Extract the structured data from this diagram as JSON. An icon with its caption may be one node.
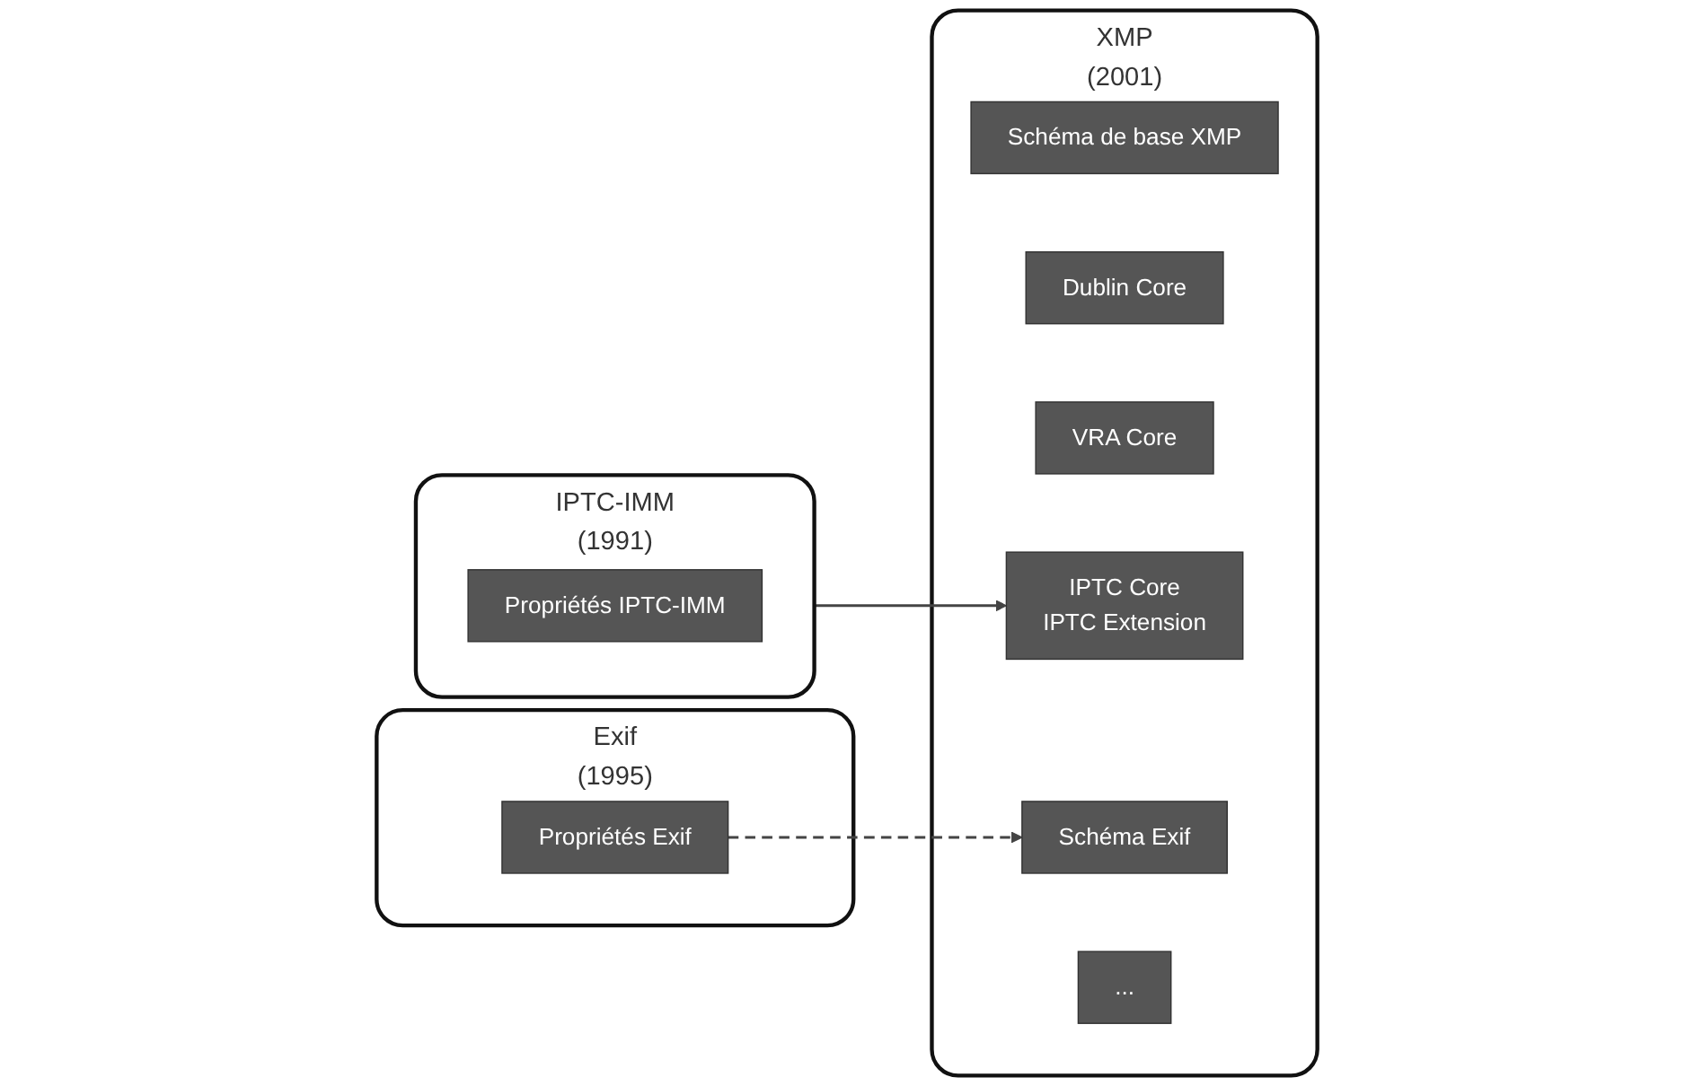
{
  "diagram": {
    "nodes": [
      {
        "text": [
          "IPTC-IMM",
          "(1991)"
        ]
      },
      {
        "text": [
          "Propriétés IPTC-IMM"
        ],
        "in": 0
      },
      {
        "text": [
          "Exif",
          "(1995)"
        ]
      },
      {
        "text": [
          "Propriétés Exif"
        ],
        "in": 2
      },
      {
        "text": [
          "XMP",
          "(2001)"
        ]
      },
      {
        "text": [
          "Schéma de base XMP"
        ],
        "in": 4
      },
      {
        "text": [
          "Dublin Core"
        ],
        "in": 4
      },
      {
        "text": [
          "VRA Core"
        ],
        "in": 4
      },
      {
        "text": [
          "IPTC Core",
          "IPTC Extension"
        ],
        "in": 4
      },
      {
        "text": [
          "Schéma Exif"
        ],
        "in": 4
      },
      {
        "text": [
          "..."
        ],
        "in": 4
      }
    ],
    "edges": [
      {
        "from": 0,
        "to": 8,
        "arrow": "to"
      },
      {
        "from": 3,
        "to": 9,
        "arrow": "to",
        "style": "dashed"
      }
    ]
  }
}
